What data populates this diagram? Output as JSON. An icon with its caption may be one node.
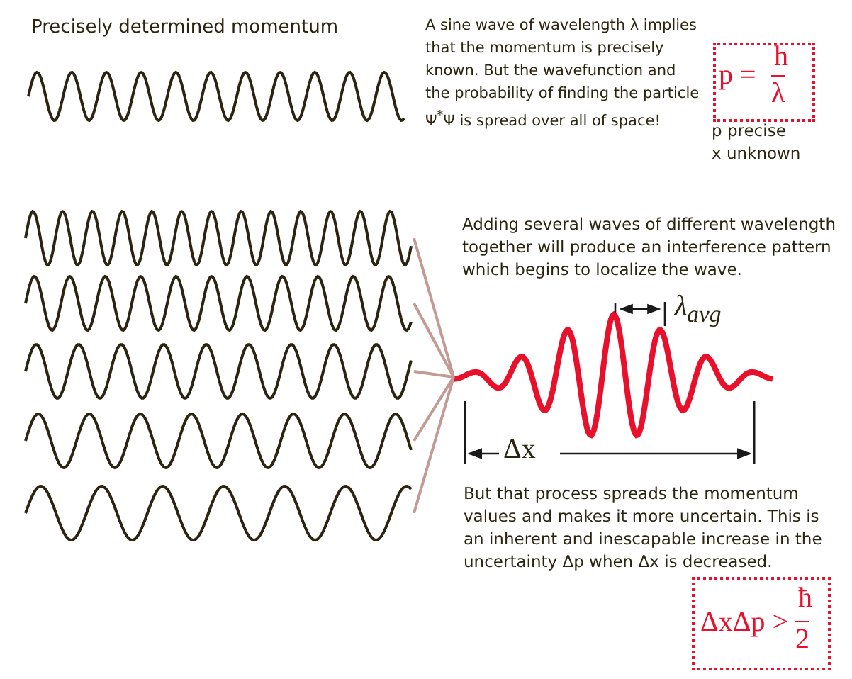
{
  "diagram": {
    "nodes": [
      {
        "text": [],
        "shape": "wave"
      },
      {
        "text": [],
        "shape": "wave"
      },
      {
        "text": [],
        "shape": "wave"
      },
      {
        "text": [],
        "shape": "wave"
      },
      {
        "text": [],
        "shape": "wave"
      },
      {
        "text": [],
        "shape": "wave"
      }
    ],
    "edges": [
      {
        "from": 0,
        "to": 5,
        "arrow": "none"
      },
      {
        "from": 1,
        "to": 5,
        "arrow": "none"
      },
      {
        "from": 2,
        "to": 5,
        "arrow": "none"
      },
      {
        "from": 3,
        "to": 5,
        "arrow": "none"
      },
      {
        "from": 4,
        "to": 5,
        "arrow": "none"
      }
    ],
    "labels": [
      "Precisely determined momentum",
      "A sine wave of wavelength λ implies that the momentum is precisely known. But the wavefunction and the probability of finding the particle Ψ$^{*}$Ψ is spread over all of space!",
      "p =",
      "h",
      "λ",
      "p precise",
      "x unknown",
      "Adding several waves of different wavelength together will produce an interference pattern which begins to localize the wave.",
      "λ$_{avg}$",
      "Δx",
      "But that process spreads the momentum values and makes it more uncertain. This is an inherent and inescapable increase in the uncertainty Δp when Δx is decreased.",
      "ΔxΔp >",
      "ħ",
      "2"
    ]
  }
}
